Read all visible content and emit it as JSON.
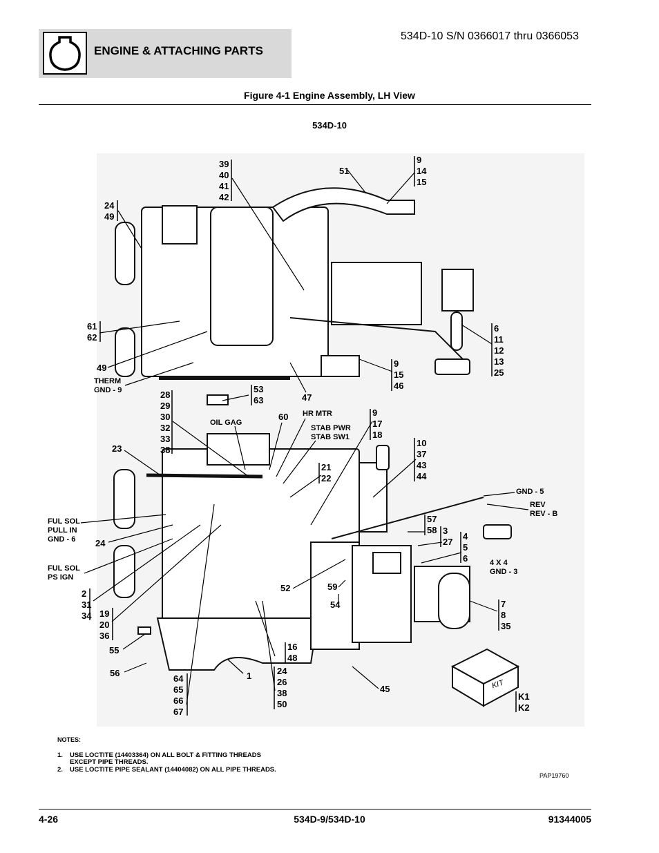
{
  "header": {
    "section_title": "ENGINE & ATTACHING PARTS",
    "serial_range": "534D-10 S/N 0366017 thru 0366053",
    "icon": "engine-section-icon"
  },
  "figure": {
    "title": "Figure 4-1 Engine Assembly, LH View",
    "model_label": "534D-10",
    "drawing_id": "PAP19760",
    "callouts": [
      {
        "id": "c1",
        "text": "39\n40\n41\n42"
      },
      {
        "id": "c2",
        "text": "51"
      },
      {
        "id": "c3",
        "text": "9\n14\n15"
      },
      {
        "id": "c4",
        "text": "24\n49"
      },
      {
        "id": "c5",
        "text": "61\n62"
      },
      {
        "id": "c6",
        "text": "6\n11\n12\n13\n25"
      },
      {
        "id": "c7",
        "text": "9\n15\n46"
      },
      {
        "id": "c8",
        "text": "49"
      },
      {
        "id": "c9",
        "text": "53\n63"
      },
      {
        "id": "c10",
        "text": "47"
      },
      {
        "id": "c11",
        "text": "28\n29\n30\n32\n33\n38"
      },
      {
        "id": "c12",
        "text": "60"
      },
      {
        "id": "c13",
        "text": "9\n17\n18"
      },
      {
        "id": "c14",
        "text": "23"
      },
      {
        "id": "c15",
        "text": "10\n37\n43\n44"
      },
      {
        "id": "c16",
        "text": "21\n22"
      },
      {
        "id": "c17",
        "text": "24"
      },
      {
        "id": "c18",
        "text": "57\n58"
      },
      {
        "id": "c19",
        "text": "3\n27"
      },
      {
        "id": "c20",
        "text": "4\n5\n6"
      },
      {
        "id": "c21",
        "text": "52"
      },
      {
        "id": "c22",
        "text": "59"
      },
      {
        "id": "c23",
        "text": "54"
      },
      {
        "id": "c24",
        "text": "2\n31\n34"
      },
      {
        "id": "c25",
        "text": "19\n20\n36"
      },
      {
        "id": "c26",
        "text": "7\n8\n35"
      },
      {
        "id": "c27",
        "text": "55"
      },
      {
        "id": "c28",
        "text": "16\n48"
      },
      {
        "id": "c29",
        "text": "56"
      },
      {
        "id": "c30",
        "text": "1"
      },
      {
        "id": "c31",
        "text": "64\n65\n66\n67"
      },
      {
        "id": "c32",
        "text": "24\n26\n38\n50"
      },
      {
        "id": "c33",
        "text": "45"
      },
      {
        "id": "c34",
        "text": "K1\nK2"
      }
    ],
    "labels": [
      {
        "id": "l1",
        "text": "THERM\nGND - 9"
      },
      {
        "id": "l2",
        "text": "OIL GAG"
      },
      {
        "id": "l3",
        "text": "HR MTR"
      },
      {
        "id": "l4",
        "text": "STAB PWR\nSTAB SW1"
      },
      {
        "id": "l5",
        "text": "GND - 5"
      },
      {
        "id": "l6",
        "text": "REV\nREV - B"
      },
      {
        "id": "l7",
        "text": "FUL SOL\nPULL IN\nGND - 6"
      },
      {
        "id": "l8",
        "text": "FUL SOL\nPS IGN"
      },
      {
        "id": "l9",
        "text": "4 X 4\nGND - 3"
      },
      {
        "id": "l10",
        "text": "KIT"
      }
    ]
  },
  "notes": {
    "title": "NOTES:",
    "items": [
      {
        "number": "1.",
        "text": "USE LOCTITE (14403364) ON ALL BOLT & FITTING THREADS",
        "continuation": "EXCEPT PIPE THREADS."
      },
      {
        "number": "2.",
        "text": "USE LOCTITE PIPE SEALANT (14404082) ON ALL PIPE THREADS."
      }
    ]
  },
  "footer": {
    "page_number": "4-26",
    "models": "534D-9/534D-10",
    "doc_number": "91344005"
  }
}
